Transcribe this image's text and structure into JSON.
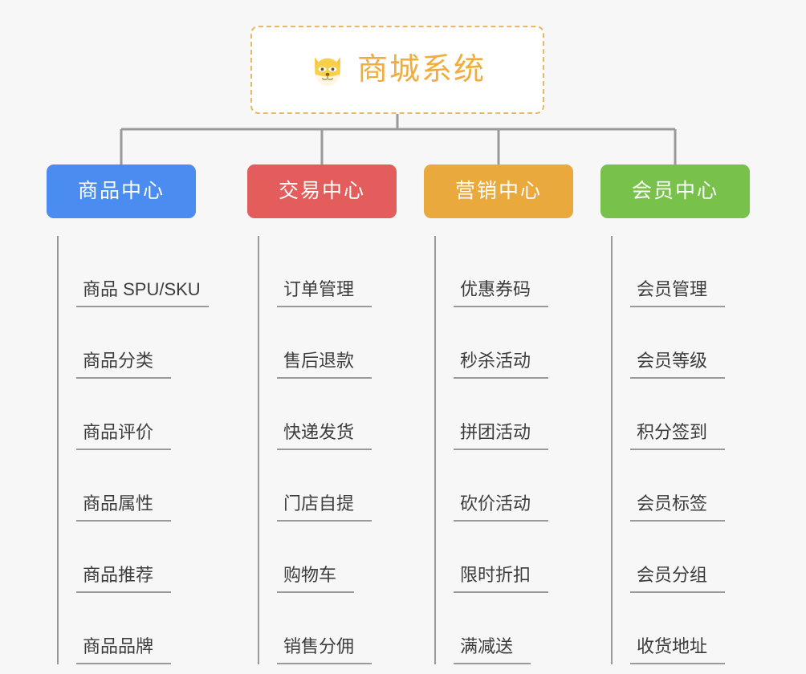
{
  "root": {
    "title": "商城系统",
    "icon": "shiba-dog-emoji",
    "border_color": "#e8b863",
    "text_color": "#f0ad3e"
  },
  "connector": {
    "line_color": "#9a9a9a",
    "line_width": 3
  },
  "columns": [
    {
      "id": "product-center",
      "label": "商品中心",
      "color": "#4a8cf0",
      "items": [
        "商品 SPU/SKU",
        "商品分类",
        "商品评价",
        "商品属性",
        "商品推荐",
        "商品品牌"
      ]
    },
    {
      "id": "trade-center",
      "label": "交易中心",
      "color": "#e35d5d",
      "items": [
        "订单管理",
        "售后退款",
        "快递发货",
        "门店自提",
        "购物车",
        "销售分佣"
      ]
    },
    {
      "id": "marketing-center",
      "label": "营销中心",
      "color": "#e9a93c",
      "items": [
        "优惠券码",
        "秒杀活动",
        "拼团活动",
        "砍价活动",
        "限时折扣",
        "满减送"
      ]
    },
    {
      "id": "member-center",
      "label": "会员中心",
      "color": "#78c martial"
    }
  ],
  "theme": {
    "background": "#f7f7f7",
    "leaf_text_color": "#3c3c3c",
    "leaf_rule_color": "#9a9a9a"
  }
}
